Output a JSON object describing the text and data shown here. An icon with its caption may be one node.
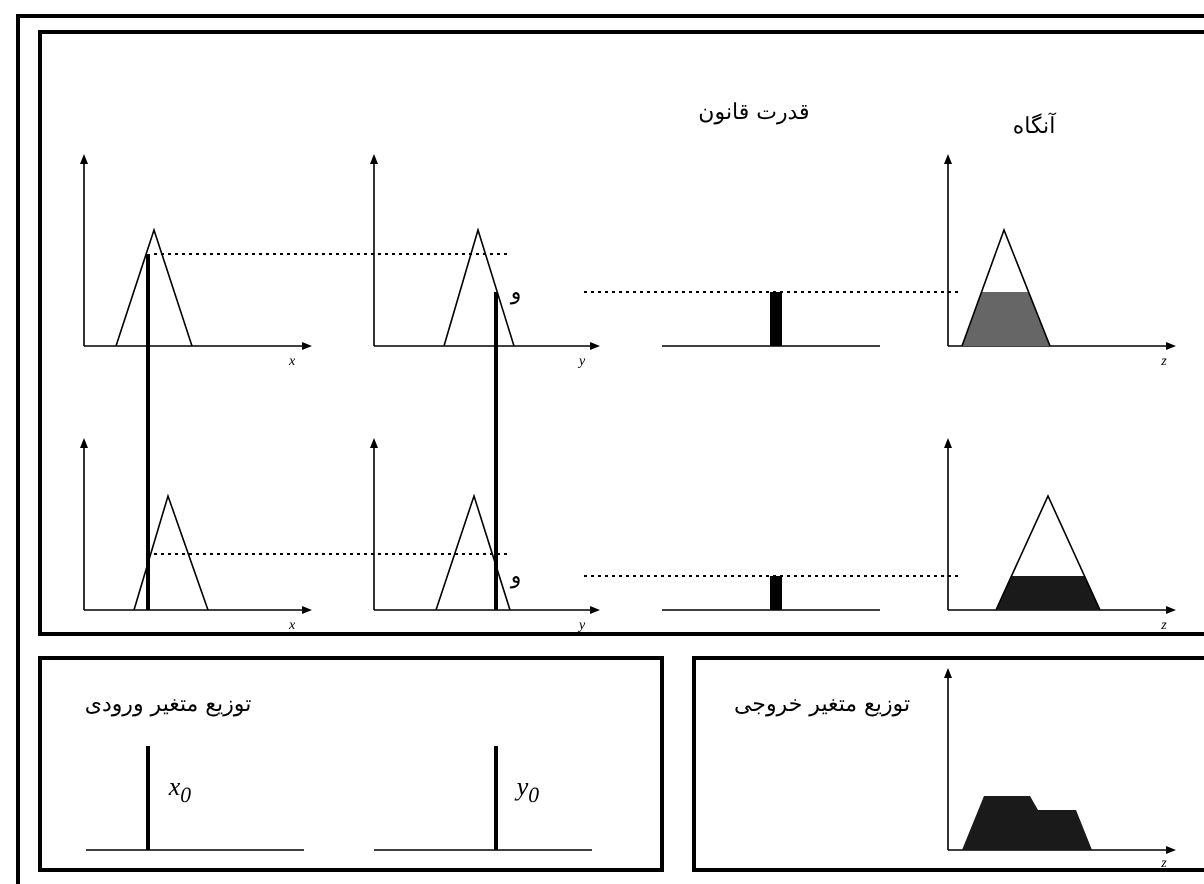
{
  "diagram": {
    "nodes": [
      {
        "text": [],
        "shape": "box"
      },
      {
        "text": [
          "توزیع متغیر ورودی"
        ]
      },
      {
        "text": [
          "توزیع متغیر خروجی"
        ]
      }
    ],
    "labels": [
      "قدرت قانون",
      "آنگاه",
      "و",
      "x",
      "y",
      "z",
      "و",
      "x",
      "y",
      "z",
      "x$_{0}$",
      "y$_{0}$",
      "z"
    ]
  }
}
